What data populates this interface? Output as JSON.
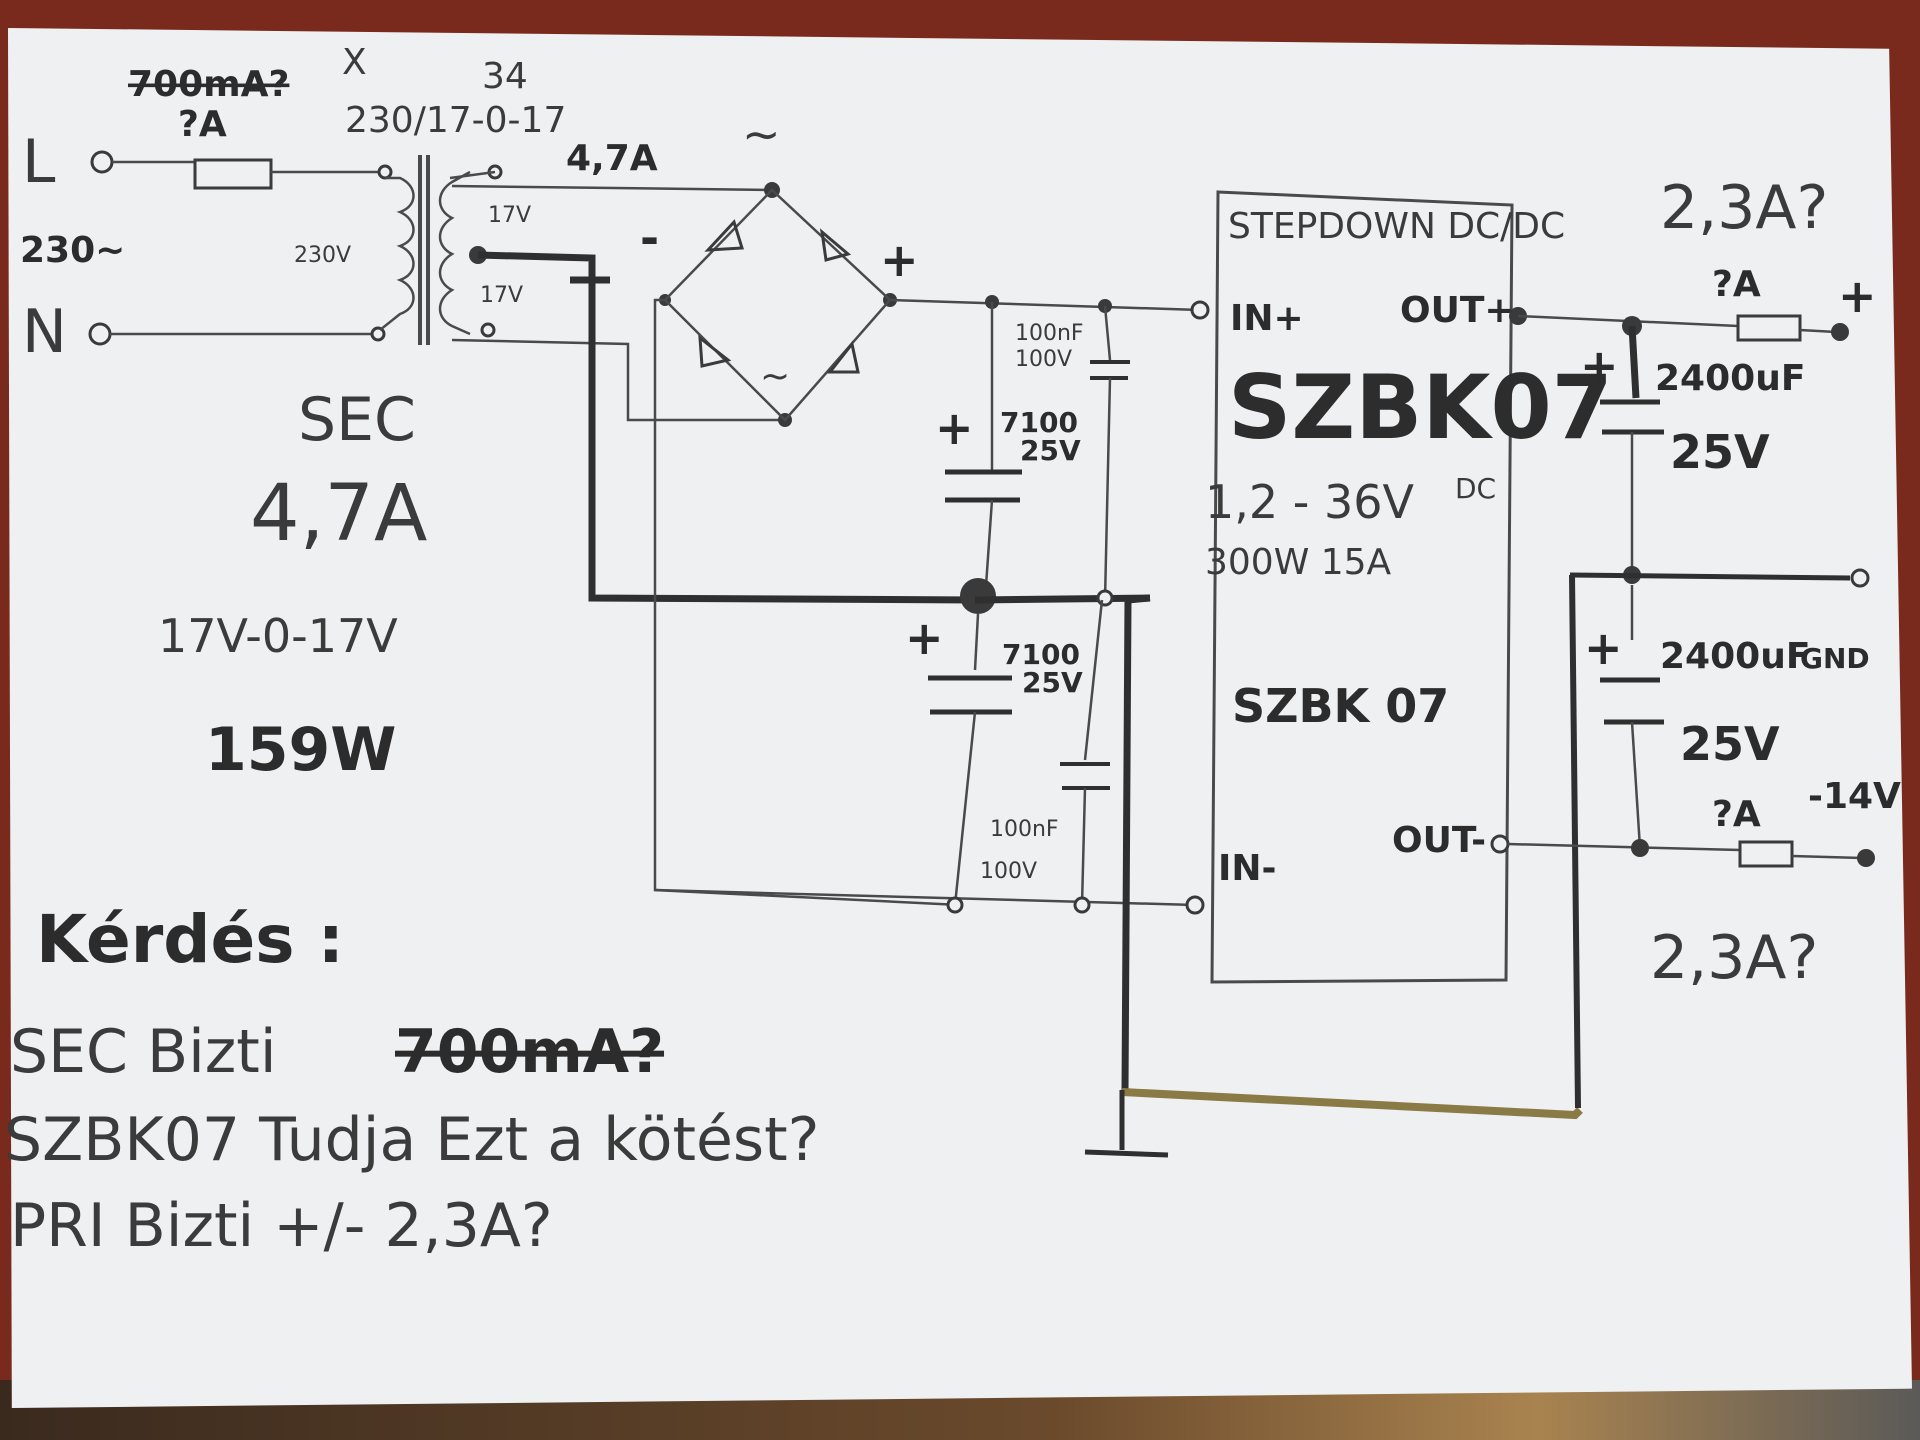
{
  "colors": {
    "ink": "#3b3b3b",
    "ground_wire": "#8a7a46",
    "paper": "#eef0f2",
    "background": "#7a2a1c"
  },
  "input": {
    "line": "L",
    "neutral": "N",
    "voltage": "230~",
    "fuse_value": "?A",
    "fuse_value_struck": "700mA?",
    "fuse_mark": "X"
  },
  "transformer": {
    "mark": "34",
    "ratio": "230/17-0-17",
    "primary": "230V",
    "secondary_upper": "17V",
    "secondary_lower": "17V",
    "secondary_current": "4,7A",
    "sec_label": "SEC",
    "sec_current_big": "4,7A",
    "sec_voltage": "17V-0-17V",
    "power": "159W"
  },
  "bridge": {
    "ac_mark_top": "~",
    "ac_mark_bottom": "~",
    "minus": "-",
    "plus": "+"
  },
  "caps_in": {
    "c1_value": "100nF",
    "c1_voltage": "100V",
    "c2_value": "7100",
    "c2_voltage": "25V",
    "c3_value": "7100",
    "c3_voltage": "25V",
    "c4_value": "100nF",
    "c4_voltage": "100V",
    "plus": "+"
  },
  "module": {
    "title": "STEPDOWN DC/DC",
    "in_plus": "IN+",
    "in_minus": "IN-",
    "out_plus": "OUT+",
    "out_minus": "OUT-",
    "name": "SZBK07",
    "range": "1,2 - 36V",
    "range_dc": "DC",
    "ratings": "300W  15A",
    "name_small": "SZBK 07"
  },
  "output": {
    "current_top": "2,3A?",
    "fuse_top": "?A",
    "plus_terminal": "+",
    "c_top_value": "2400uF",
    "c_top_voltage": "25V",
    "gnd": "GND",
    "c_bottom_value": "2400uF",
    "c_bottom_voltage": "25V",
    "fuse_bottom": "?A",
    "minus_terminal": "-14V",
    "current_bottom": "2,3A?",
    "plus": "+"
  },
  "questions": {
    "heading": "Kérdés :",
    "q1_prefix": "SEC Bizti",
    "q1_struck": "700mA?",
    "q2": "SZBK07 Tudja Ezt a kötést?",
    "q3": "PRI Bizti +/- 2,3A?"
  }
}
